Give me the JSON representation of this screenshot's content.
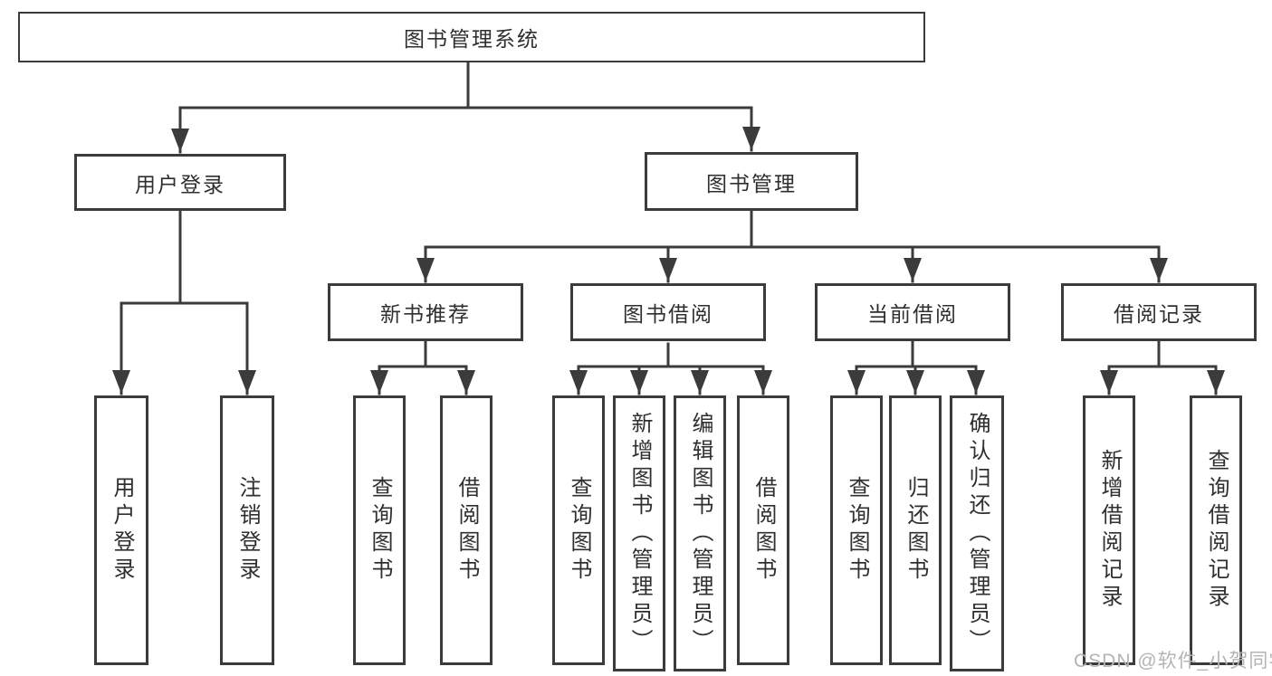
{
  "diagram": {
    "type": "hierarchy-tree",
    "title": "图书管理系统",
    "colors": {
      "line": "#3b3b3b",
      "box_border": "#3b3b3b",
      "text": "#2f2f2f",
      "background": "#ffffff",
      "watermark": "#b4b4b4"
    },
    "nodes": {
      "root": {
        "label": "图书管理系统"
      },
      "user_login": {
        "label": "用户登录"
      },
      "book_mgmt": {
        "label": "图书管理"
      },
      "leaf_user_login": {
        "label": "用户登录"
      },
      "leaf_logout": {
        "label": "注销登录"
      },
      "new_book": {
        "label": "新书推荐"
      },
      "book_borrow": {
        "label": "图书借阅"
      },
      "current_borrow": {
        "label": "当前借阅"
      },
      "borrow_record": {
        "label": "借阅记录"
      },
      "nb_query": {
        "label": "查询图书"
      },
      "nb_borrow": {
        "label": "借阅图书"
      },
      "bb_query": {
        "label": "查询图书"
      },
      "bb_add": {
        "label": "新增图书（管理员）"
      },
      "bb_edit": {
        "label": "编辑图书（管理员）"
      },
      "bb_borrow": {
        "label": "借阅图书"
      },
      "cb_query": {
        "label": "查询图书"
      },
      "cb_return": {
        "label": "归还图书"
      },
      "cb_confirm": {
        "label": "确认归还（管理员）"
      },
      "br_add": {
        "label": "新增借阅记录"
      },
      "br_query": {
        "label": "查询借阅记录"
      }
    },
    "edges": [
      [
        "root",
        "user_login"
      ],
      [
        "root",
        "book_mgmt"
      ],
      [
        "user_login",
        "leaf_user_login"
      ],
      [
        "user_login",
        "leaf_logout"
      ],
      [
        "book_mgmt",
        "new_book"
      ],
      [
        "book_mgmt",
        "book_borrow"
      ],
      [
        "book_mgmt",
        "current_borrow"
      ],
      [
        "book_mgmt",
        "borrow_record"
      ],
      [
        "new_book",
        "nb_query"
      ],
      [
        "new_book",
        "nb_borrow"
      ],
      [
        "book_borrow",
        "bb_query"
      ],
      [
        "book_borrow",
        "bb_add"
      ],
      [
        "book_borrow",
        "bb_edit"
      ],
      [
        "book_borrow",
        "bb_borrow"
      ],
      [
        "current_borrow",
        "cb_query"
      ],
      [
        "current_borrow",
        "cb_return"
      ],
      [
        "current_borrow",
        "cb_confirm"
      ],
      [
        "borrow_record",
        "br_add"
      ],
      [
        "borrow_record",
        "br_query"
      ]
    ],
    "watermark": {
      "text": "CSDN @软件_小贺同学"
    }
  }
}
